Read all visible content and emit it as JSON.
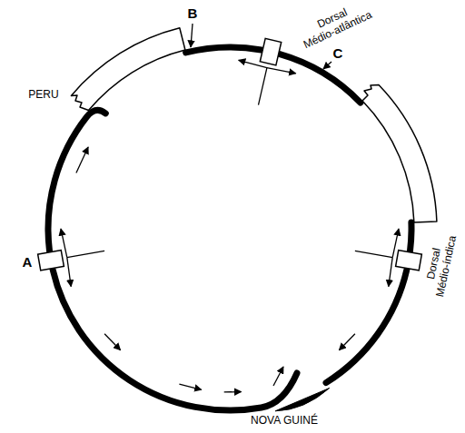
{
  "diagram": {
    "labels": [
      "B",
      "Dorsal Médio-atlântica",
      "C",
      "PERU",
      "A",
      "Dorsal Médio-índica",
      "NOVA GUINÉ"
    ]
  }
}
